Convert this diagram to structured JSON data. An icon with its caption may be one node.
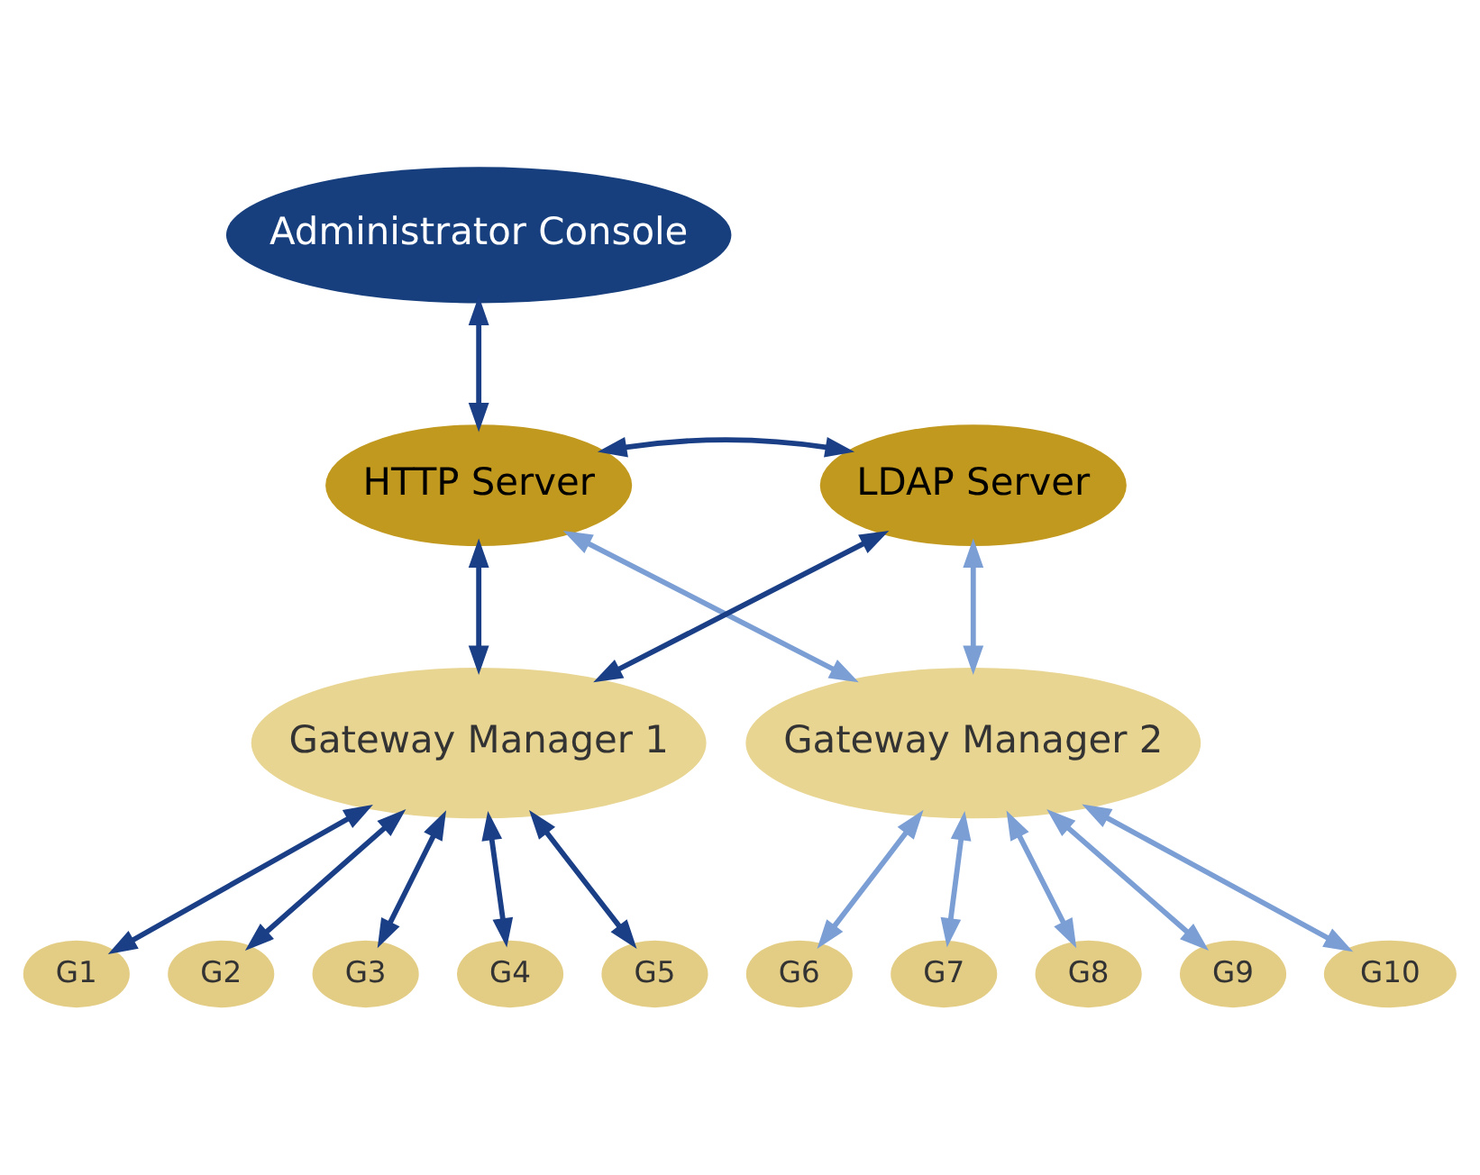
{
  "diagram": {
    "nodes": [
      {
        "text": [
          "Administrator Console"
        ]
      },
      {
        "text": [
          "HTTP Server"
        ]
      },
      {
        "text": [
          "LDAP Server"
        ]
      },
      {
        "text": [
          "Gateway Manager 1"
        ]
      },
      {
        "text": [
          "Gateway Manager 2"
        ]
      },
      {
        "text": [
          "G1"
        ]
      },
      {
        "text": [
          "G2"
        ]
      },
      {
        "text": [
          "G3"
        ]
      },
      {
        "text": [
          "G4"
        ]
      },
      {
        "text": [
          "G5"
        ]
      },
      {
        "text": [
          "G6"
        ]
      },
      {
        "text": [
          "G7"
        ]
      },
      {
        "text": [
          "G8"
        ]
      },
      {
        "text": [
          "G9"
        ]
      },
      {
        "text": [
          "G10"
        ]
      }
    ],
    "edges": [
      {
        "from": 0,
        "to": 1,
        "arrow": "both"
      },
      {
        "from": 1,
        "to": 2,
        "arrow": "both"
      },
      {
        "from": 1,
        "to": 3,
        "arrow": "both"
      },
      {
        "from": 2,
        "to": 3,
        "arrow": "both"
      },
      {
        "from": 1,
        "to": 4,
        "arrow": "both",
        "color": "#7b9fd4"
      },
      {
        "from": 2,
        "to": 4,
        "arrow": "both",
        "color": "#7b9fd4"
      },
      {
        "from": 3,
        "to": 5,
        "arrow": "both"
      },
      {
        "from": 3,
        "to": 6,
        "arrow": "both"
      },
      {
        "from": 3,
        "to": 7,
        "arrow": "both"
      },
      {
        "from": 3,
        "to": 8,
        "arrow": "both"
      },
      {
        "from": 3,
        "to": 9,
        "arrow": "both"
      },
      {
        "from": 4,
        "to": 10,
        "arrow": "both",
        "color": "#7b9fd4"
      },
      {
        "from": 4,
        "to": 11,
        "arrow": "both",
        "color": "#7b9fd4"
      },
      {
        "from": 4,
        "to": 12,
        "arrow": "both",
        "color": "#7b9fd4"
      },
      {
        "from": 4,
        "to": 13,
        "arrow": "both",
        "color": "#7b9fd4"
      },
      {
        "from": 4,
        "to": 14,
        "arrow": "both",
        "color": "#7b9fd4"
      }
    ]
  }
}
